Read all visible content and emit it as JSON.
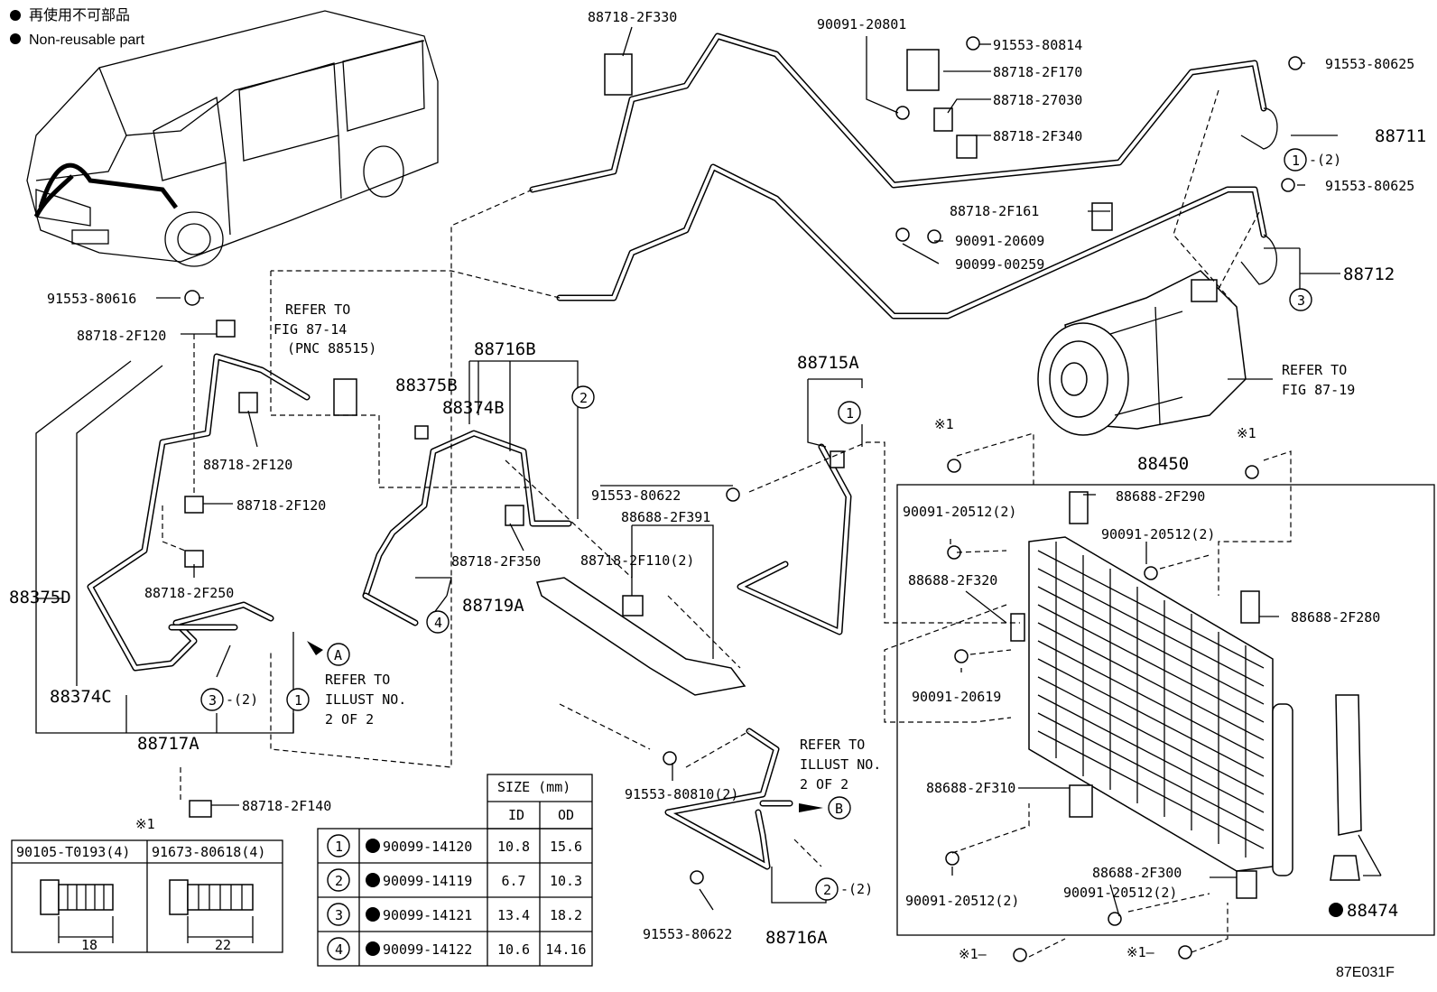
{
  "legend": {
    "jp": "再使用不可部品",
    "en": "Non-reusable part"
  },
  "labels": {
    "p88718_2F330": "88718-2F330",
    "p90091_20801": "90091-20801",
    "p91553_80814": "91553-80814",
    "p88718_2F170": "88718-2F170",
    "p88718_27030": "88718-27030",
    "p88718_2F340": "88718-2F340",
    "p91553_80625a": "91553-80625",
    "p88711": "88711",
    "p91553_80625b": "91553-80625",
    "p88718_2F161": "88718-2F161",
    "p90091_20609": "90091-20609",
    "p90099_00259": "90099-00259",
    "p88712": "88712",
    "p91553_80616": "91553-80616",
    "p88718_2F120a": "88718-2F120",
    "p88718_2F120b": "88718-2F120",
    "p88718_2F120c": "88718-2F120",
    "p88718_2F250": "88718-2F250",
    "p88375D": "88375D",
    "p88374C": "88374C",
    "p88717A": "88717A",
    "p88718_2F140": "88718-2F140",
    "p88716B": "88716B",
    "p88375B": "88375B",
    "p88374B": "88374B",
    "p88718_2F350": "88718-2F350",
    "p88719A": "88719A",
    "p91553_80622a": "91553-80622",
    "p88688_2F391": "88688-2F391",
    "p88718_2F110": "88718-2F110(2)",
    "p88715A": "88715A",
    "p88450": "88450",
    "p88688_2F290": "88688-2F290",
    "p90091_20512a": "90091-20512(2)",
    "p90091_20512b": "90091-20512(2)",
    "p88688_2F320": "88688-2F320",
    "p88688_2F280": "88688-2F280",
    "p90091_20619": "90091-20619",
    "p88688_2F310": "88688-2F310",
    "p90091_20512c": "90091-20512(2)",
    "p88688_2F300": "88688-2F300",
    "p90091_20512d": "90091-20512(2)",
    "p88474": "88474",
    "p91553_80810": "91553-80810(2)",
    "p91553_80622b": "91553-80622",
    "p88716A": "88716A",
    "refer_fig87_14_a": "REFER TO",
    "refer_fig87_14_b": "FIG 87-14",
    "refer_fig87_14_c": "(PNC 88515)",
    "refer_fig87_19_a": "REFER TO",
    "refer_fig87_19_b": "FIG 87-19",
    "refer_illust_a1": "REFER TO",
    "refer_illust_a2": "ILLUST NO.",
    "refer_illust_a3": "2 OF 2",
    "refer_illust_b1": "REFER TO",
    "refer_illust_b2": "ILLUST NO.",
    "refer_illust_b3": "2 OF 2",
    "mark_a": "A",
    "mark_b": "B",
    "note_mark": "※1",
    "note_mark_arrow": "※1—",
    "qty2": "-(2)",
    "fig_code": "87E031F"
  },
  "bolt_table": {
    "header1": "90105-T0193(4)",
    "header2": "91673-80618(4)",
    "dim1": "18",
    "dim2": "22"
  },
  "size_table": {
    "title": "SIZE (mm)",
    "col_id": "ID",
    "col_od": "OD",
    "rows": [
      {
        "num": "1",
        "part": "90099-14120",
        "id": "10.8",
        "od": "15.6"
      },
      {
        "num": "2",
        "part": "90099-14119",
        "id": "6.7",
        "od": "10.3"
      },
      {
        "num": "3",
        "part": "90099-14121",
        "id": "13.4",
        "od": "18.2"
      },
      {
        "num": "4",
        "part": "90099-14122",
        "id": "10.6",
        "od": "14.16"
      }
    ]
  },
  "callouts": {
    "c1": "1",
    "c2": "2",
    "c3": "3",
    "c4": "4"
  }
}
